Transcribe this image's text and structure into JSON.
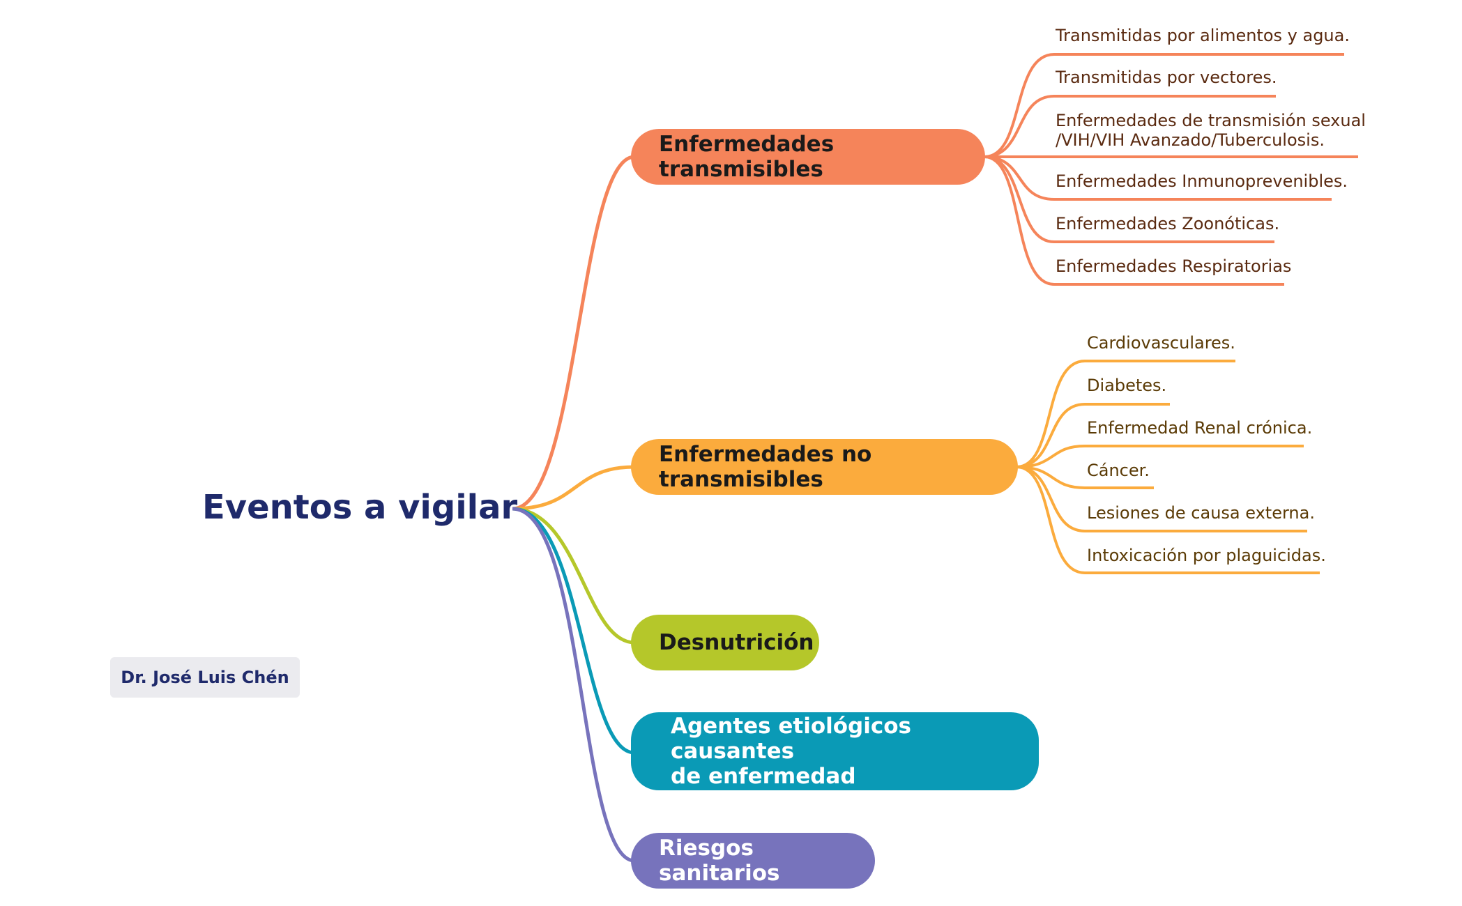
{
  "root": {
    "title": "Eventos a vigilar"
  },
  "author": "Dr. José Luis Chén",
  "colors": {
    "transmisibles": "#f5845a",
    "no_transmisibles": "#fbab3d",
    "desnutricion": "#b5c72a",
    "agentes": "#0a9ab6",
    "riesgos": "#7773bc"
  },
  "branches": {
    "transmisibles": {
      "label": "Enfermedades transmisibles",
      "children": [
        "Transmitidas por alimentos y agua.",
        "Transmitidas por vectores.",
        "Enfermedades de transmisión sexual",
        "/VIH/VIH Avanzado/Tuberculosis.",
        "Enfermedades Inmunoprevenibles.",
        "Enfermedades Zoonóticas.",
        "Enfermedades Respiratorias"
      ]
    },
    "no_transmisibles": {
      "label": "Enfermedades no transmisibles",
      "children": [
        "Cardiovasculares.",
        "Diabetes.",
        "Enfermedad Renal crónica.",
        "Cáncer.",
        "Lesiones de causa externa.",
        "Intoxicación por plaguicidas."
      ]
    },
    "desnutricion": {
      "label": "Desnutrición"
    },
    "agentes": {
      "label_line1": "Agentes etiológicos causantes",
      "label_line2": "de enfermedad"
    },
    "riesgos": {
      "label": "Riesgos sanitarios"
    }
  }
}
